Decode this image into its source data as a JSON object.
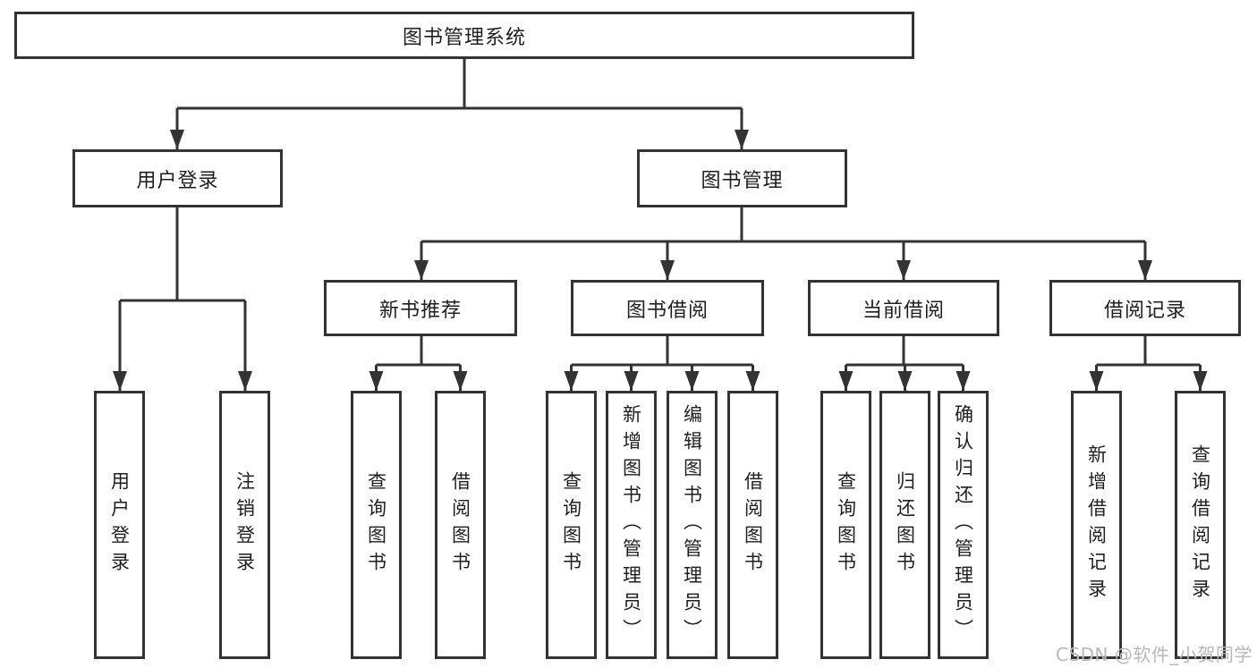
{
  "colors": {
    "line": "#333333",
    "text": "#1f1f1f",
    "background": "#ffffff",
    "watermark": "#b8b8b8"
  },
  "diagram": {
    "root": {
      "label": "图书管理系统"
    },
    "level2": [
      {
        "label": "用户登录"
      },
      {
        "label": "图书管理"
      }
    ],
    "level3": [
      {
        "label": "新书推荐"
      },
      {
        "label": "图书借阅"
      },
      {
        "label": "当前借阅"
      },
      {
        "label": "借阅记录"
      }
    ],
    "leaf_groups": [
      {
        "parent": "用户登录",
        "children": [
          "用户登录",
          "注销登录"
        ]
      },
      {
        "parent": "新书推荐",
        "children": [
          "查询图书",
          "借阅图书"
        ]
      },
      {
        "parent": "图书借阅",
        "children": [
          "查询图书",
          "新增图书（管理员）",
          "编辑图书（管理员）",
          "借阅图书"
        ]
      },
      {
        "parent": "当前借阅",
        "children": [
          "查询图书",
          "归还图书",
          "确认归还（管理员）"
        ]
      },
      {
        "parent": "借阅记录",
        "children": [
          "新增借阅记录",
          "查询借阅记录"
        ]
      }
    ]
  },
  "watermark": {
    "text": "CSDN @软件_小贺同学"
  }
}
